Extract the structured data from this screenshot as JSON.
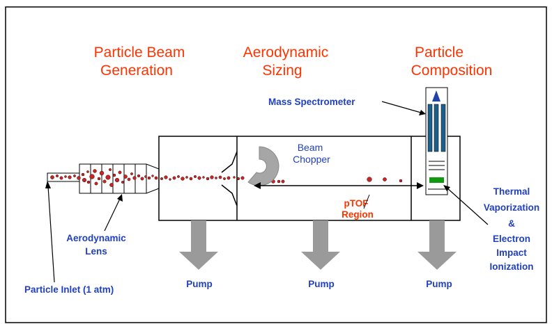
{
  "headers": {
    "beam_generation": [
      "Particle Beam",
      "Generation"
    ],
    "sizing": [
      "Aerodynamic",
      "Sizing"
    ],
    "composition": [
      "Particle",
      "Composition"
    ]
  },
  "labels": {
    "mass_spectrometer": "Mass Spectrometer",
    "beam_chopper": [
      "Beam",
      "Chopper"
    ],
    "ptof_region": [
      "pTOF",
      "Region"
    ],
    "thermal": [
      "Thermal",
      "Vaporization",
      "&",
      "Electron",
      "Impact",
      "Ionization"
    ],
    "aerodynamic_lens": [
      "Aerodynamic",
      "Lens"
    ],
    "particle_inlet": "Particle Inlet (1 atm)",
    "pumps": [
      "Pump",
      "Pump",
      "Pump"
    ]
  },
  "colors": {
    "header_text": "#ff3300",
    "label_text": "#1f3fbf",
    "particle": "#cc2222",
    "pump_arrow": "#9a9a9a",
    "vaporizer": "#119911",
    "spectrometer_plates": "#1e5f8a"
  }
}
